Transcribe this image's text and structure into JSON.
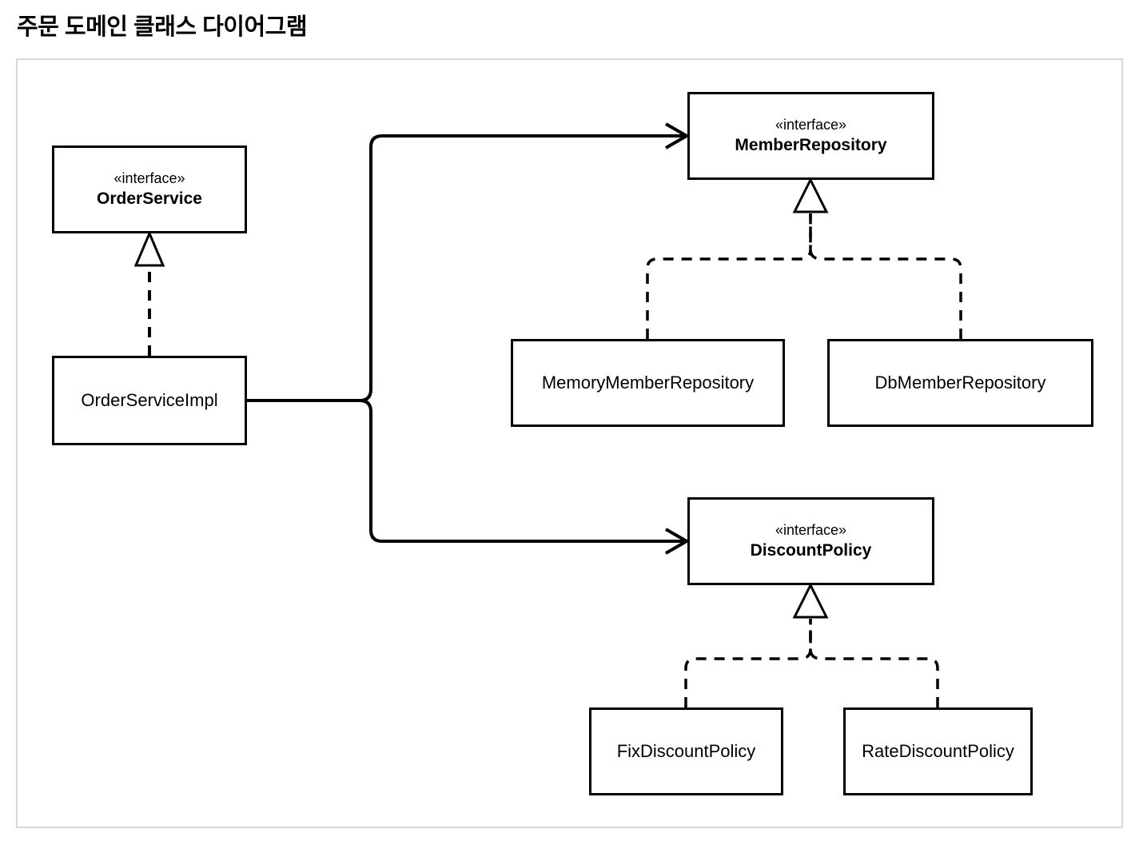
{
  "page": {
    "title": "주문 도메인 클래스 다이어그램"
  },
  "diagram": {
    "nodes": {
      "order_service": {
        "stereotype": "«interface»",
        "name": "OrderService"
      },
      "order_service_impl": {
        "name": "OrderServiceImpl"
      },
      "member_repository": {
        "stereotype": "«interface»",
        "name": "MemberRepository"
      },
      "memory_member_repository": {
        "name": "MemoryMemberRepository"
      },
      "db_member_repository": {
        "name": "DbMemberRepository"
      },
      "discount_policy": {
        "stereotype": "«interface»",
        "name": "DiscountPolicy"
      },
      "fix_discount_policy": {
        "name": "FixDiscountPolicy"
      },
      "rate_discount_policy": {
        "name": "RateDiscountPolicy"
      }
    },
    "relationships": [
      {
        "from": "OrderServiceImpl",
        "to": "OrderService",
        "type": "realization"
      },
      {
        "from": "OrderServiceImpl",
        "to": "MemberRepository",
        "type": "dependency"
      },
      {
        "from": "OrderServiceImpl",
        "to": "DiscountPolicy",
        "type": "dependency"
      },
      {
        "from": "MemoryMemberRepository",
        "to": "MemberRepository",
        "type": "realization"
      },
      {
        "from": "DbMemberRepository",
        "to": "MemberRepository",
        "type": "realization"
      },
      {
        "from": "FixDiscountPolicy",
        "to": "DiscountPolicy",
        "type": "realization"
      },
      {
        "from": "RateDiscountPolicy",
        "to": "DiscountPolicy",
        "type": "realization"
      }
    ],
    "colors": {
      "line": "#000000",
      "node_border": "#000000",
      "node_background": "#ffffff",
      "frame_border": "#d8d8d8",
      "background": "#ffffff",
      "text": "#000000"
    }
  }
}
